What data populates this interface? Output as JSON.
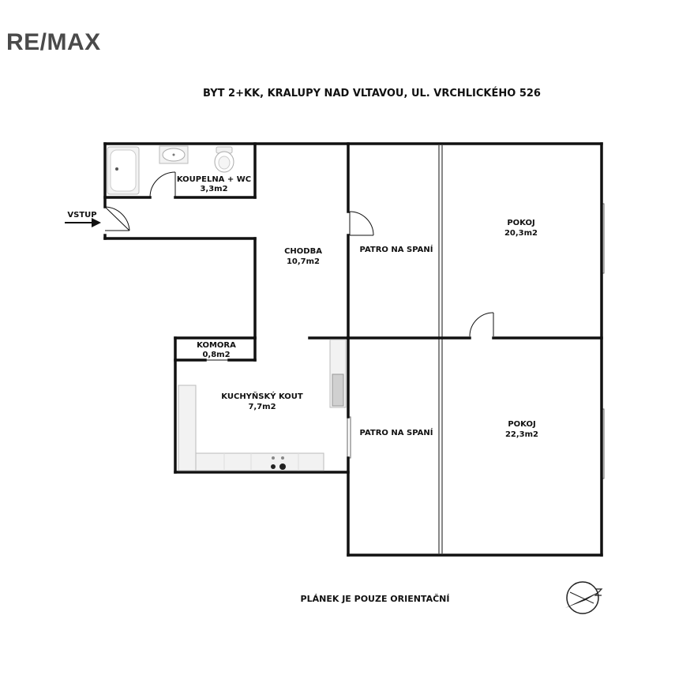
{
  "brand": {
    "logo_text": "RE/MAX"
  },
  "title": "BYT 2+KK, KRALUPY NAD VLTAVOU, UL. VRCHLICKÉHO 526",
  "entry_label": "VSTUP",
  "rooms": {
    "bathroom": {
      "name": "KOUPELNA + WC",
      "area": "3,3m2"
    },
    "hallway": {
      "name": "CHODBA",
      "area": "10,7m2"
    },
    "sleeping_loft_top": {
      "name": "PATRO NA SPANÍ"
    },
    "room_top": {
      "name": "POKOJ",
      "area": "20,3m2"
    },
    "storage": {
      "name": "KOMORA",
      "area": "0,8m2"
    },
    "kitchen": {
      "name": "KUCHYŇSKÝ KOUT",
      "area": "7,7m2"
    },
    "sleeping_loft_bottom": {
      "name": "PATRO NA SPANÍ"
    },
    "room_bottom": {
      "name": "POKOJ",
      "area": "22,3m2"
    }
  },
  "disclaimer": "PLÁNEK JE POUZE ORIENTAČNÍ",
  "icons": {
    "compass": "compass-icon",
    "entry_arrow": "arrow-right-icon",
    "bathtub": "bathtub-icon",
    "sink": "sink-icon",
    "toilet": "toilet-icon",
    "kitchen_sink": "kitchen-sink-icon",
    "stove": "stove-icon"
  }
}
